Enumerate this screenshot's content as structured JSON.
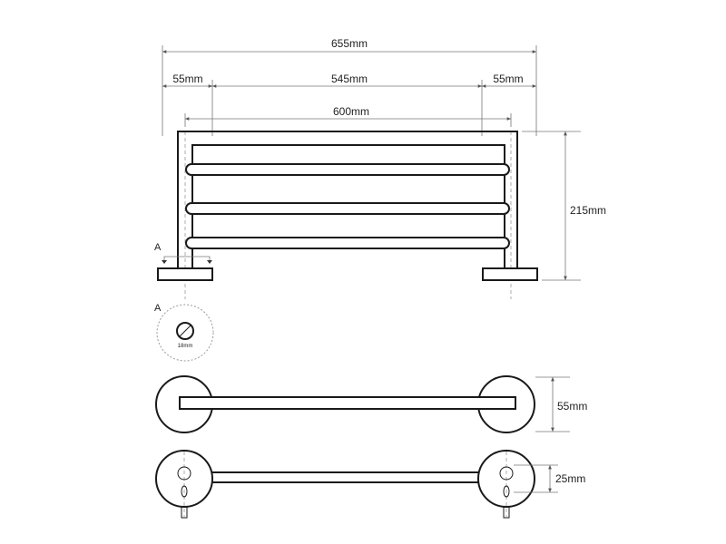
{
  "dimensions": {
    "overall_width": "655mm",
    "left_offset": "55mm",
    "inner_span": "545mm",
    "right_offset": "55mm",
    "bar_length": "600mm",
    "height": "215mm",
    "top_view_depth": "55mm",
    "bottom_view_depth": "25mm"
  },
  "section": {
    "marker": "A",
    "title": "A",
    "diameter": "18mm"
  }
}
